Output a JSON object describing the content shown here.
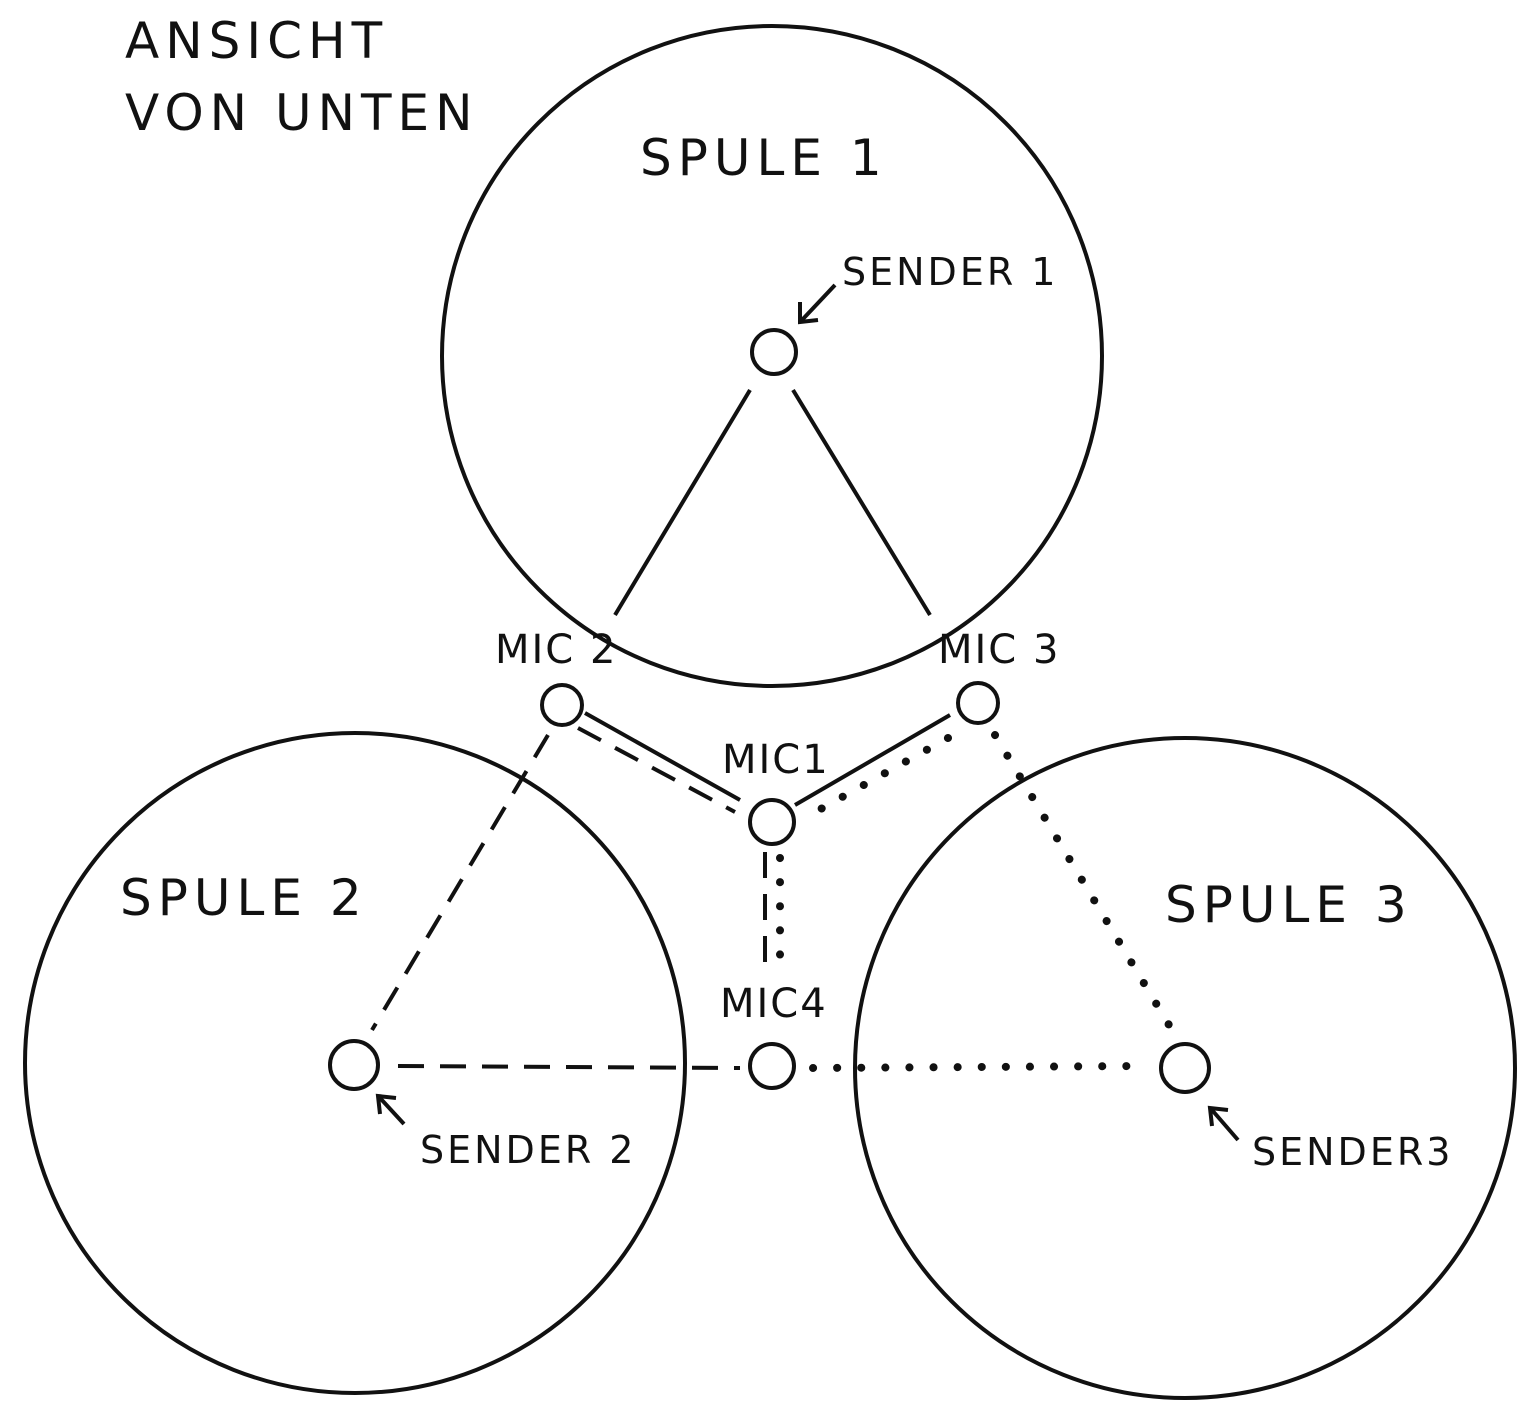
{
  "title": {
    "line1": "ANSICHT",
    "line2": "VON UNTEN"
  },
  "coils": {
    "coil1": "SPULE 1",
    "coil2": "SPULE 2",
    "coil3": "SPULE 3"
  },
  "senders": {
    "sender1": "SENDER 1",
    "sender2": "SENDER 2",
    "sender3": "SENDER3"
  },
  "mics": {
    "mic1": "MIC1",
    "mic2": "MIC 2",
    "mic3": "MIC 3",
    "mic4": "MIC4"
  },
  "colors": {
    "ink": "#111111",
    "paper": "#ffffff"
  }
}
